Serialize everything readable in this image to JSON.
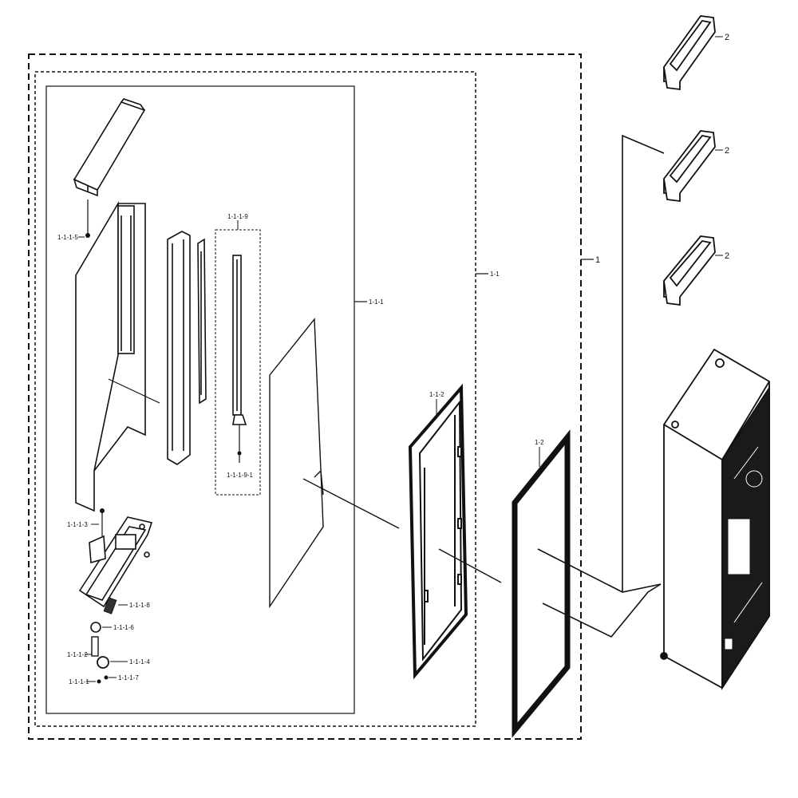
{
  "labels": {
    "assembly": "1",
    "door_assembly": "1-1",
    "door_foam_assembly": "1-1-1",
    "door_liner": "1-1-2",
    "gasket": "1-2",
    "bin_1": "2",
    "bin_2": "2",
    "bin_3": "2",
    "handle_screw": "1-1-1-5",
    "handle_bracket_group": "1-1-1-9",
    "handle_bracket_screw": "1-1-1-9-1",
    "hinge_screw": "1-1-1-3",
    "part_1118": "1-1-1-8",
    "part_1116": "1-1-1-6",
    "part_1112": "1-1-1-2",
    "part_1114": "1-1-1-4",
    "part_1111": "1-1-1-1",
    "part_1117": "1-1-1-7"
  },
  "colors": {
    "line": "#111111",
    "background": "#ffffff"
  }
}
